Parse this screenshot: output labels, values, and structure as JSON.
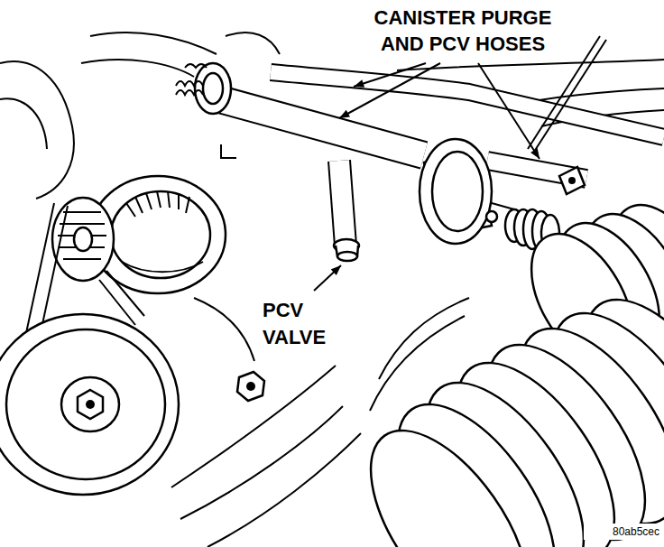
{
  "diagram": {
    "labels": [
      "CANISTER PURGE AND PCV HOSES",
      "PCV VALVE",
      "80ab5cec"
    ]
  }
}
